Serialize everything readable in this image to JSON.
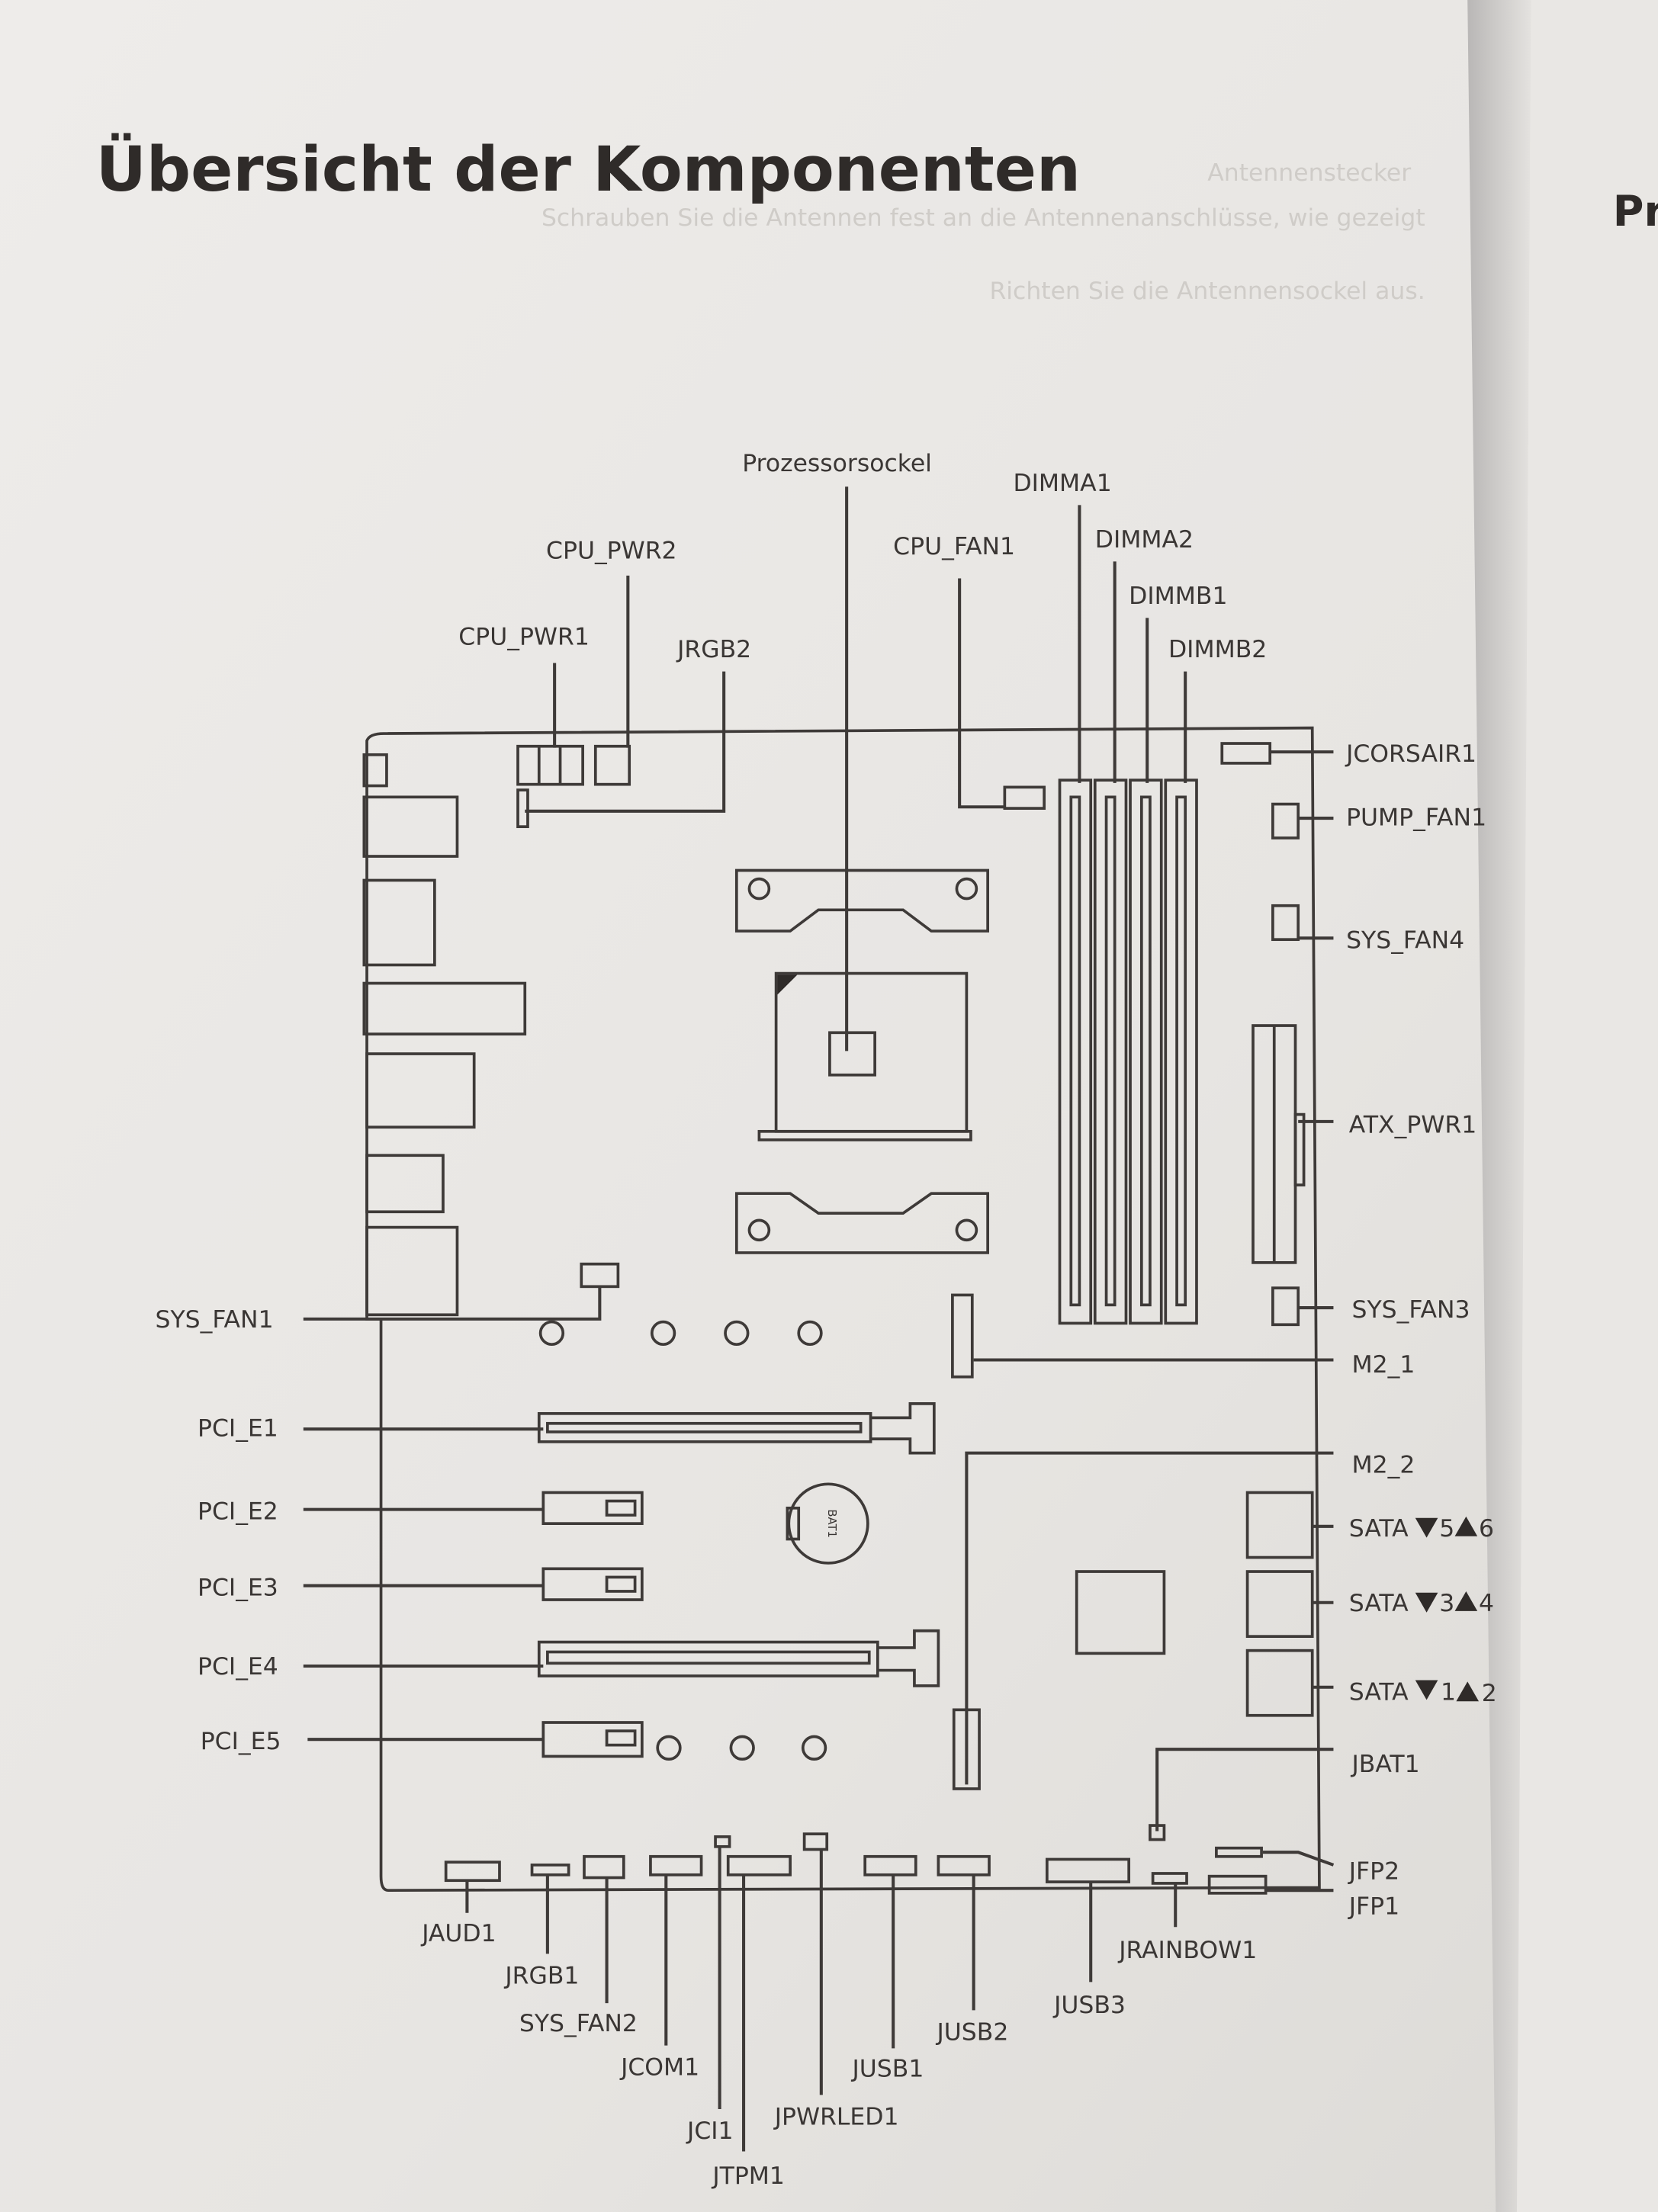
{
  "page": {
    "title": "Übersicht der Komponenten",
    "show_through_text": [
      "Antennenstecker",
      "Schrauben Sie die Antennen fest an die Antennenanschlüsse, wie gezeigt",
      "Richten Sie die Antennensockel aus."
    ],
    "next_page_fragment": "Pr"
  },
  "diagram": {
    "top": {
      "socket": "Prozessorsockel",
      "dimma1": "DIMMA1",
      "dimma2": "DIMMA2",
      "dimmb1": "DIMMB1",
      "dimmb2": "DIMMB2",
      "cpu_pwr2": "CPU_PWR2",
      "cpu_pwr1": "CPU_PWR1",
      "jrgb2": "JRGB2",
      "cpu_fan1": "CPU_FAN1"
    },
    "right": {
      "jcorsair1": "JCORSAIR1",
      "pump_fan1": "PUMP_FAN1",
      "sys_fan4": "SYS_FAN4",
      "atx_pwr1": "ATX_PWR1",
      "sys_fan3": "SYS_FAN3",
      "m2_1": "M2_1",
      "m2_2": "M2_2",
      "sata56": {
        "prefix": "SATA",
        "a": "5",
        "b": "6"
      },
      "sata34": {
        "prefix": "SATA",
        "a": "3",
        "b": "4"
      },
      "sata12": {
        "prefix": "SATA",
        "a": "1",
        "b": "2"
      },
      "jbat1": "JBAT1",
      "jfp2": "JFP2",
      "jfp1": "JFP1"
    },
    "left": {
      "sys_fan1": "SYS_FAN1",
      "pci_e1": "PCI_E1",
      "pci_e2": "PCI_E2",
      "pci_e3": "PCI_E3",
      "pci_e4": "PCI_E4",
      "pci_e5": "PCI_E5"
    },
    "bottom": {
      "jaud1": "JAUD1",
      "jrgb1": "JRGB1",
      "sys_fan2": "SYS_FAN2",
      "jcom1": "JCOM1",
      "jci1": "JCI1",
      "jtpm1": "JTPM1",
      "jpwrled1": "JPWRLED1",
      "jusb1": "JUSB1",
      "jusb2": "JUSB2",
      "jusb3": "JUSB3",
      "jrainbow1": "JRAINBOW1"
    },
    "battery_label": "BAT1"
  }
}
